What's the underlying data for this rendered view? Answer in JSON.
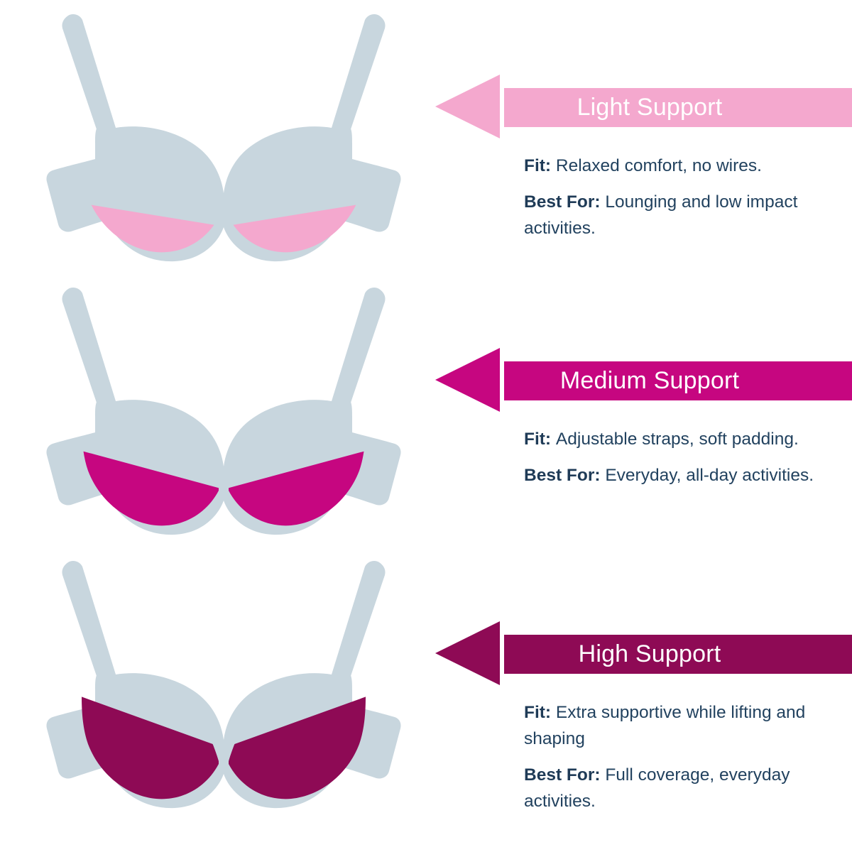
{
  "colors": {
    "background": "#FFFFFF",
    "bra_body": "#C8D6DE",
    "text_navy": "#1F3B57",
    "light_support": "#F4A8CE",
    "medium_support": "#C60680",
    "high_support": "#8E0A55"
  },
  "sections": [
    {
      "id": "light-support",
      "title": "Light Support",
      "accent": "#F4A8CE",
      "fill_level": 0.34,
      "fit_label": "Fit:",
      "fit_value": "Relaxed comfort, no wires.",
      "best_for_label": "Best For:",
      "best_for_value": "Lounging and low impact activities."
    },
    {
      "id": "medium-support",
      "title": "Medium Support",
      "accent": "#C60680",
      "fill_level": 0.52,
      "fit_label": "Fit:",
      "fit_value": "Adjustable straps, soft padding.",
      "best_for_label": "Best For:",
      "best_for_value": "Everyday, all-day activities."
    },
    {
      "id": "high-support",
      "title": "High Support",
      "accent": "#8E0A55",
      "fill_level": 0.78,
      "fit_label": "Fit:",
      "fit_value": "Extra supportive while lifting and shaping",
      "best_for_label": "Best For:",
      "best_for_value": "Full coverage, everyday activities."
    }
  ]
}
